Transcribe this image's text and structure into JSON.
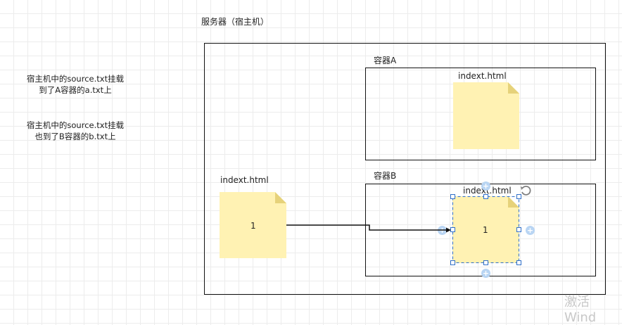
{
  "server": {
    "label": "服务器（宿主机）"
  },
  "notes": {
    "note1": {
      "line1": "宿主机中的source.txt挂载",
      "line2": "到了A容器的a.txt上"
    },
    "note2": {
      "line1": "宿主机中的source.txt挂载",
      "line2": "也到了B容器的b.txt上"
    }
  },
  "containerA": {
    "label": "容器A",
    "file": {
      "name": "indext.html"
    }
  },
  "containerB": {
    "label": "容器B",
    "file": {
      "name": "indext.html",
      "value": "1"
    }
  },
  "hostFile": {
    "name": "indext.html",
    "value": "1"
  },
  "watermark": "激活 Wind",
  "colors": {
    "note": "#fff2b3",
    "fold": "#e6d27a",
    "selection": "#2f6fc9",
    "connector": "#111111"
  },
  "icons": [
    "rotate-icon",
    "plus-icon",
    "connector-arrow"
  ]
}
